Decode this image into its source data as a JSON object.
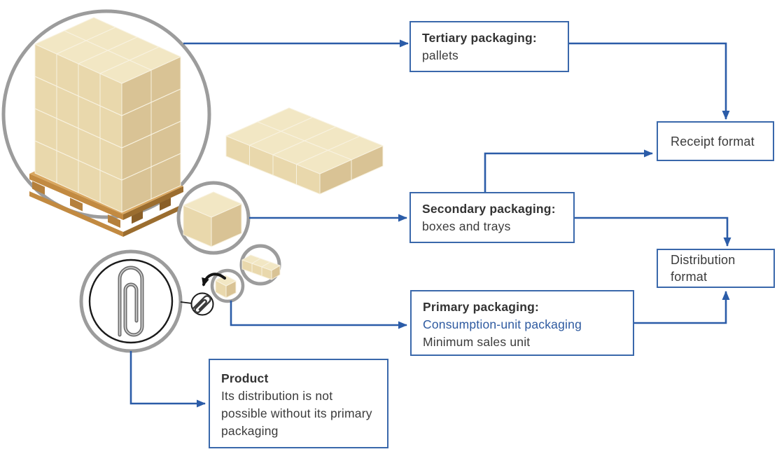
{
  "nodes": {
    "tertiary": {
      "title": "Tertiary packaging:",
      "desc": "pallets"
    },
    "receipt": {
      "label": "Receipt format"
    },
    "secondary": {
      "title": "Secondary packaging:",
      "desc": "boxes and trays"
    },
    "distribution": {
      "label": "Distribution format"
    },
    "primary": {
      "title": "Primary packaging:",
      "consumption": "Consumption-unit packaging",
      "sales_unit": "Minimum sales unit"
    },
    "product": {
      "title": "Product",
      "desc": "Its distribution is not possible without its primary packaging"
    }
  },
  "icons": {
    "pallet_load": "pallet-load-illustration",
    "tray": "tray-of-boxes-illustration",
    "secondary_box": "single-box-illustration",
    "multipack": "multipack-strip-illustration",
    "unit_box": "consumption-unit-box-illustration",
    "paperclip": "paperclip-product-illustration",
    "mini_paperclip": "mini-paperclip-icon",
    "transform_arrow": "curved-transform-arrow-icon"
  },
  "colors": {
    "connector": "#2b5ca8",
    "node_border": "#3a68ab",
    "text": "#3b3b3b",
    "accent_text": "#2e5aa0",
    "circle_outline": "#9c9c9c",
    "carton_top": "#f2e7c4",
    "carton_front": "#e9d8ac",
    "carton_side": "#d9c395",
    "pallet_wood": "#c28a41"
  }
}
